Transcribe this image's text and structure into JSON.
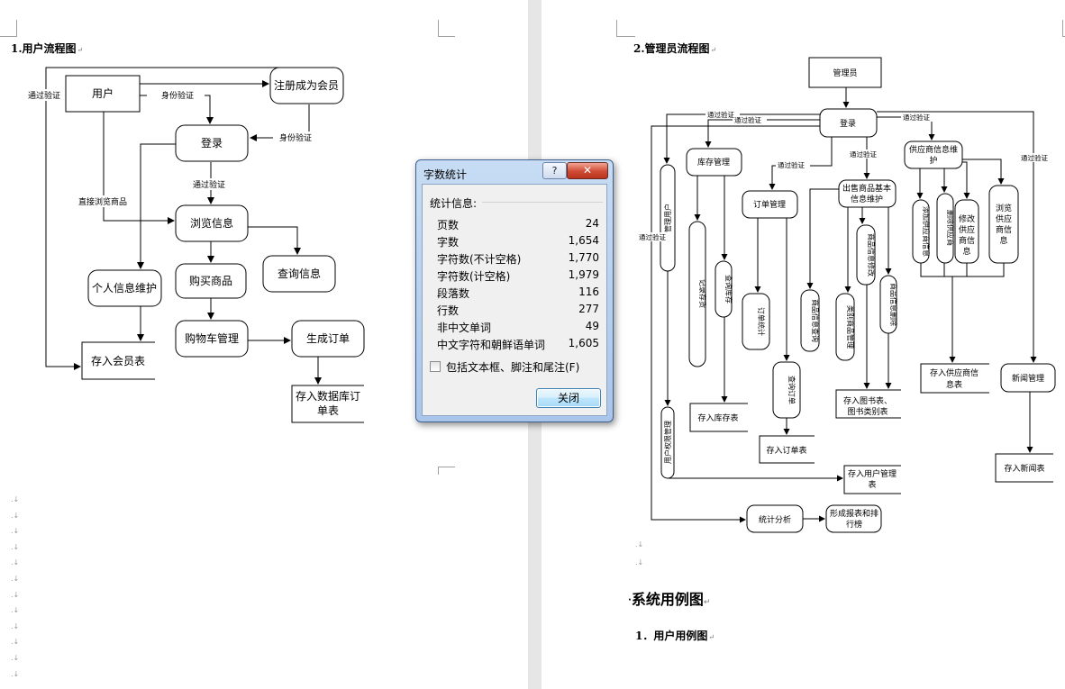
{
  "left_page": {
    "heading": "1.用户流程图",
    "heading_mark": "↵",
    "para_marks": [
      ".↓",
      ".↓",
      ".↓",
      ".↓",
      ".↓",
      ".↓",
      ".↓",
      ".↓",
      ".↓",
      ".↓",
      ".↓",
      ".↓"
    ],
    "flowchart": {
      "nodes": {
        "user": "用户",
        "register": "注册成为会员",
        "login": "登录",
        "browse": "浏览信息",
        "personal": "个人信息维护",
        "buy": "购买商品",
        "query": "查询信息",
        "cart": "购物车管理",
        "order": "生成订单",
        "member_table": "存入会员表",
        "order_table_1": "存入数据库订",
        "order_table_2": "单表"
      },
      "edge_labels": {
        "pass_verify_left": "通过验证",
        "identity_verify_1": "身份验证",
        "identity_verify_2": "身份验证",
        "pass_verify_mid": "通过验证",
        "direct_browse": "直接浏览商品"
      }
    }
  },
  "right_page": {
    "heading": "2.管理员流程图",
    "heading_mark": "↵",
    "section_title": "系统用例图",
    "section_mark": "↵",
    "sub_heading": "1．用户用例图",
    "sub_mark": "↵",
    "flowchart": {
      "nodes": {
        "admin": "管理员",
        "login": "登录",
        "inventory": "库存管理",
        "order_mgmt": "订单管理",
        "goods_info_1": "出售商品基本",
        "goods_info_2": "信息维护",
        "supplier_1": "供应商信息维",
        "supplier_2": "护",
        "user_mgmt_v": "管理用户",
        "inventory_record_v": "记录存货",
        "inventory_query_v": "查询库存",
        "order_stats_v": "订单统计",
        "order_query_v": "查询订单",
        "goods_info_v": "商品信息查询",
        "goods_cat_v": "类别商品管理",
        "goods_add_v": "商品信息修改",
        "goods_del_v": "商品信息删除",
        "sup_add_v": "添加供应商信息",
        "sup_del_v": "删除供应商",
        "sup_modify_1": "修改",
        "sup_modify_2": "供应",
        "sup_modify_3": "商信",
        "sup_modify_4": "息",
        "sup_browse_1": "浏览",
        "sup_browse_2": "供应",
        "sup_browse_3": "商信",
        "sup_browse_4": "息",
        "user_perm_v": "用户权限管理",
        "inventory_table": "存入库存表",
        "order_table": "存入订单表",
        "book_table_1": "存入图书表、",
        "book_table_2": "图书类别表",
        "supplier_table_1": "存入供应商信",
        "supplier_table_2": "息表",
        "news_mgmt": "新闻管理",
        "news_table": "存入新闻表",
        "user_table_1": "存入用户管理",
        "user_table_2": "表",
        "stats": "统计分析",
        "report_1": "形成报表和排",
        "report_2": "行榜"
      },
      "edge_labels": {
        "pv1": "通过验证",
        "pv2": "通过验证",
        "pv3": "通过验证",
        "pv4": "通过验证",
        "pv5": "通过验证",
        "pv6": "通过验证",
        "pv7": "通过验证"
      }
    }
  },
  "dialog": {
    "title": "字数统计",
    "help": "?",
    "close_x": "✕",
    "stats_label": "统计信息:",
    "rows": [
      {
        "label": "页数",
        "value": "24"
      },
      {
        "label": "字数",
        "value": "1,654"
      },
      {
        "label": "字符数(不计空格)",
        "value": "1,770"
      },
      {
        "label": "字符数(计空格)",
        "value": "1,979"
      },
      {
        "label": "段落数",
        "value": "116"
      },
      {
        "label": "行数",
        "value": "277"
      },
      {
        "label": "非中文单词",
        "value": "49"
      },
      {
        "label": "中文字符和朝鲜语单词",
        "value": "1,605"
      }
    ],
    "checkbox_label": "包括文本框、脚注和尾注(F)",
    "close_button": "关闭"
  }
}
